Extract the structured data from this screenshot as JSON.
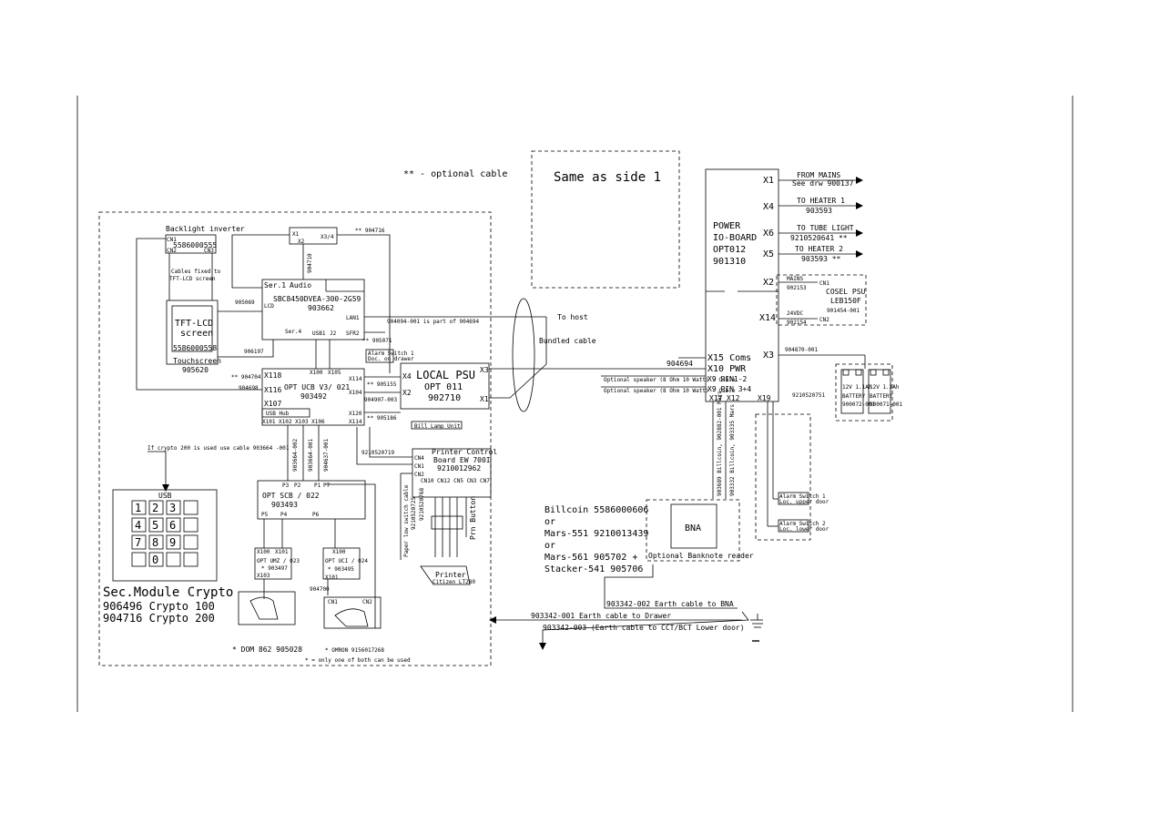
{
  "legend": {
    "optional": "** - optional cable"
  },
  "side2": {
    "same_as": "Same as side 1"
  },
  "backlight": {
    "title": "Backlight inverter",
    "part": "5586000555",
    "cn1": "CN1",
    "cn2": "CN2",
    "cn3": "CN3",
    "cables_note_1": "Cables fixed to",
    "cables_note_2": "TFT-LCD screen"
  },
  "tft": {
    "line1": "TFT-LCD",
    "line2": "screen",
    "part": "5586000558",
    "touch": "Touchscreen",
    "touch_part": "905620"
  },
  "sbc": {
    "ser1": "Ser.1",
    "audio": "Audio",
    "model": "SBC8450DVEA-300-2G59",
    "part": "903662",
    "lcd": "LCD",
    "ser4": "Ser.4",
    "usb1": "USB1",
    "j2": "J2",
    "sfr2": "SFR2",
    "lan1": "LAN1"
  },
  "usbhub": {
    "x1": "X1",
    "x2": "X2",
    "x34": "X3/4",
    "cable": "904710"
  },
  "ucb": {
    "x118": "X118",
    "x116": "X116",
    "name": "OPT UCB V3/ 021",
    "part": "903492",
    "x107": "X107",
    "x100": "X100",
    "x105": "X105",
    "x114": "X114",
    "x104": "X104",
    "x120": "X120",
    "x114b": "X114",
    "usbhub": "USB Hub",
    "ports": "X101 X102 X103 X106"
  },
  "psu": {
    "line1": "LOCAL PSU",
    "line2": "OPT 011",
    "line3": "902710",
    "x4": "X4",
    "x2": "X2",
    "x3": "X3",
    "x1": "X1"
  },
  "power": {
    "line1": "POWER",
    "line2": "IO-BOARD",
    "line3": "OPT012",
    "line4": "901310",
    "x1": "X1",
    "x4": "X4",
    "x6": "X6",
    "x5": "X5",
    "x2": "X2",
    "x14": "X14",
    "x3": "X3",
    "x15": "X15 Coms",
    "x10": "X10 PWR",
    "x9a": "X9  PIN1-2",
    "x9b": "X9  PIN 3+4",
    "x17": "X17",
    "x12": "X12",
    "x19": "X19"
  },
  "mains": {
    "from": "FROM MAINS",
    "see": "See drw 900137",
    "heater1": "TO HEATER 1",
    "heater1_part": "903593",
    "tube": "TO TUBE LIGHT",
    "tube_part": "9210520641 **",
    "heater2": "TO HEATER 2",
    "heater2_part": "903593 **"
  },
  "cosel": {
    "mains": "MAINS",
    "mains_part": "902153",
    "cn1": "CN1",
    "name": "COSEL PSU",
    "model": "LEB150F",
    "part": "901454-001",
    "v24": "24VDC",
    "v24_part": "902154",
    "cn2": "CN2"
  },
  "cables": {
    "c905069": "905069",
    "c906197": "906197",
    "c904704": "** 904704",
    "c904698": "904698",
    "c904716": "** 904716",
    "c905071": "** 905071",
    "c905155": "** 905155",
    "c904907": "904907-003",
    "c905186": "** 905186",
    "c904094": "904094-001 is part of 904694",
    "to_host": "To host",
    "bundled": "Bundled cable",
    "c904694": "904694",
    "c904870": "904870-001",
    "c9210520751": "9210520751",
    "c9210520719": "9210520719",
    "crypto_note": "If crypto 200 is used use cable 903664 -001",
    "speaker1": "Optional speaker (8 Ohm 10 Watt) - Cable",
    "speaker2": "Optional speaker (8 Ohm 10 Watt) - Cable",
    "alarm_sw": "Alarm Switch 1",
    "alarm_sw2": "Doc. on drawer",
    "bill_lamp": "Bill Lamp Unit"
  },
  "printer_ctrl": {
    "cn4": "CN4",
    "cn1": "CN1",
    "cn2": "CN2",
    "title": "Printer Control",
    "board": "Board  EW 700I",
    "part": "9210012962",
    "cns": "CN10 CN12 CN5 CN3 CN7"
  },
  "scb": {
    "p3": "P3",
    "p2": "P2",
    "p1": "P1",
    "p7": "P7",
    "name": "OPT SCB / 022",
    "part": "903493",
    "p5": "P5",
    "p4": "P4",
    "p6": "P6"
  },
  "umz": {
    "x100": "X100",
    "x101": "X101",
    "name": "OPT UMZ / 023",
    "part": "* 903497",
    "x103": "X103"
  },
  "ucu": {
    "x100": "X100",
    "name": "OPT UCI / 024",
    "part": "* 903495",
    "x101": "X101",
    "c904700": "904700",
    "cn1": "CN1",
    "cn2": "CN2"
  },
  "keypad": {
    "usb": "USB",
    "keys": [
      "1",
      "2",
      "3",
      "",
      "4",
      "5",
      "6",
      "",
      "7",
      "8",
      "9",
      "",
      "",
      "0",
      "",
      ""
    ]
  },
  "crypto": {
    "title": "Sec.Module Crypto",
    "c100": "906496 Crypto 100",
    "c200": "904716 Crypto 200"
  },
  "footnotes": {
    "dom": "*  DOM 862 905028",
    "omron": "*  OMRON  9156017268",
    "only_one": "* = only one of both can be used"
  },
  "printer": {
    "name": "Printer",
    "model": "Citizen LT280"
  },
  "paper": {
    "low": "Paper low switch cable",
    "low_part": "9210520725",
    "b_part": "9210520768",
    "prn_button": "Prn Button"
  },
  "bna": {
    "label": "BNA",
    "optional": "Optional Banknote reader",
    "billcoin": "Billcoin 5586000606",
    "or1": "or",
    "mars551": "Mars-551 9210013439",
    "or2": "or",
    "mars561": "Mars-561 905702 +",
    "stacker": "Stacker-541 905706",
    "c1": "903689 Billcoin, 902882-001 Mars",
    "c2": "903332 Billcoin, 903335 Mars"
  },
  "battery": {
    "b1": "12V 1.1Ah",
    "b1_name": "BATTERY",
    "b1_part": "900072-001",
    "b2": "12V 1.1Ah",
    "b2_name": "BATTERY",
    "b2_part": "900071-001"
  },
  "alarm": {
    "a1": "Alarm Switch 1",
    "a1b": "Loc. upper door",
    "a2": "Alarm Switch 2",
    "a2b": "Loc. lower door"
  },
  "earth": {
    "bna": "903342-002 Earth cable to BNA",
    "drawer": "903342-001 Earth cable to Drawer",
    "cct": "903342-003 (Earth cable to CCT/BCT Lower door)"
  }
}
